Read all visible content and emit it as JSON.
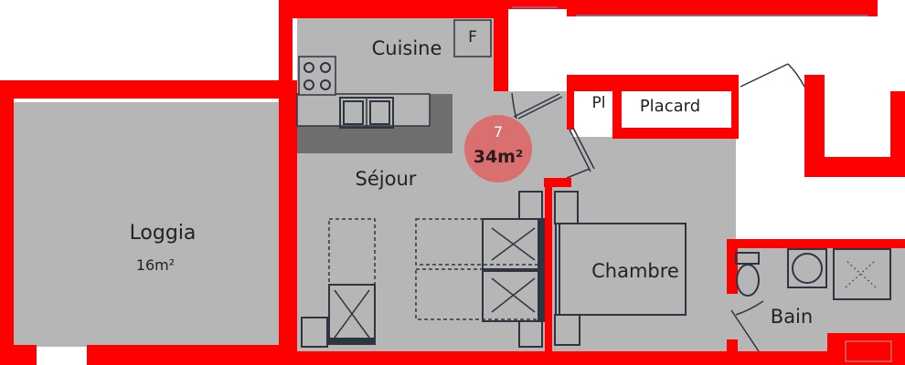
{
  "rooms": {
    "cuisine": "Cuisine",
    "fridge": "F",
    "placard_short": "Pl",
    "placard": "Placard",
    "sejour": "Séjour",
    "loggia": "Loggia",
    "loggia_area": "16m²",
    "chambre": "Chambre",
    "bain": "Bain"
  },
  "badge": {
    "number": "7",
    "area": "34m²",
    "color": "#d9706f"
  },
  "colors": {
    "wall": "#ff0000",
    "floor": "#b6b6b6",
    "counter": "#6e6e6e",
    "furniture_dark": "#2f3540"
  }
}
